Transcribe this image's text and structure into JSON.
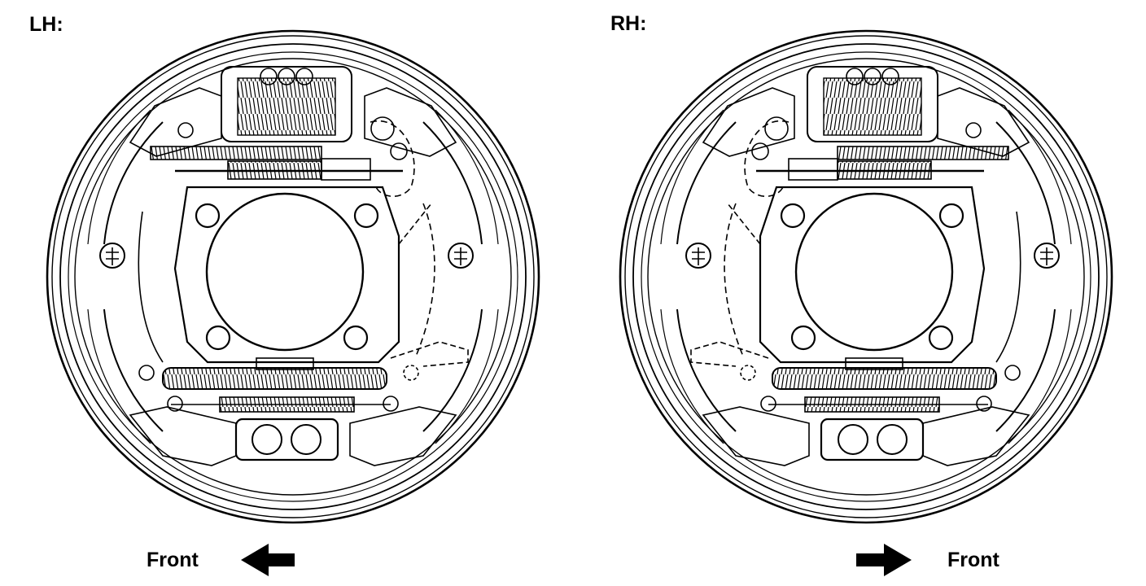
{
  "diagram": {
    "left": {
      "side_label": "LH:",
      "front_label": "Front",
      "arrow_direction": "left",
      "icon": "arrow-left-icon"
    },
    "right": {
      "side_label": "RH:",
      "front_label": "Front",
      "arrow_direction": "right",
      "icon": "arrow-right-icon"
    },
    "colors": {
      "line": "#000000",
      "background": "#ffffff"
    }
  }
}
